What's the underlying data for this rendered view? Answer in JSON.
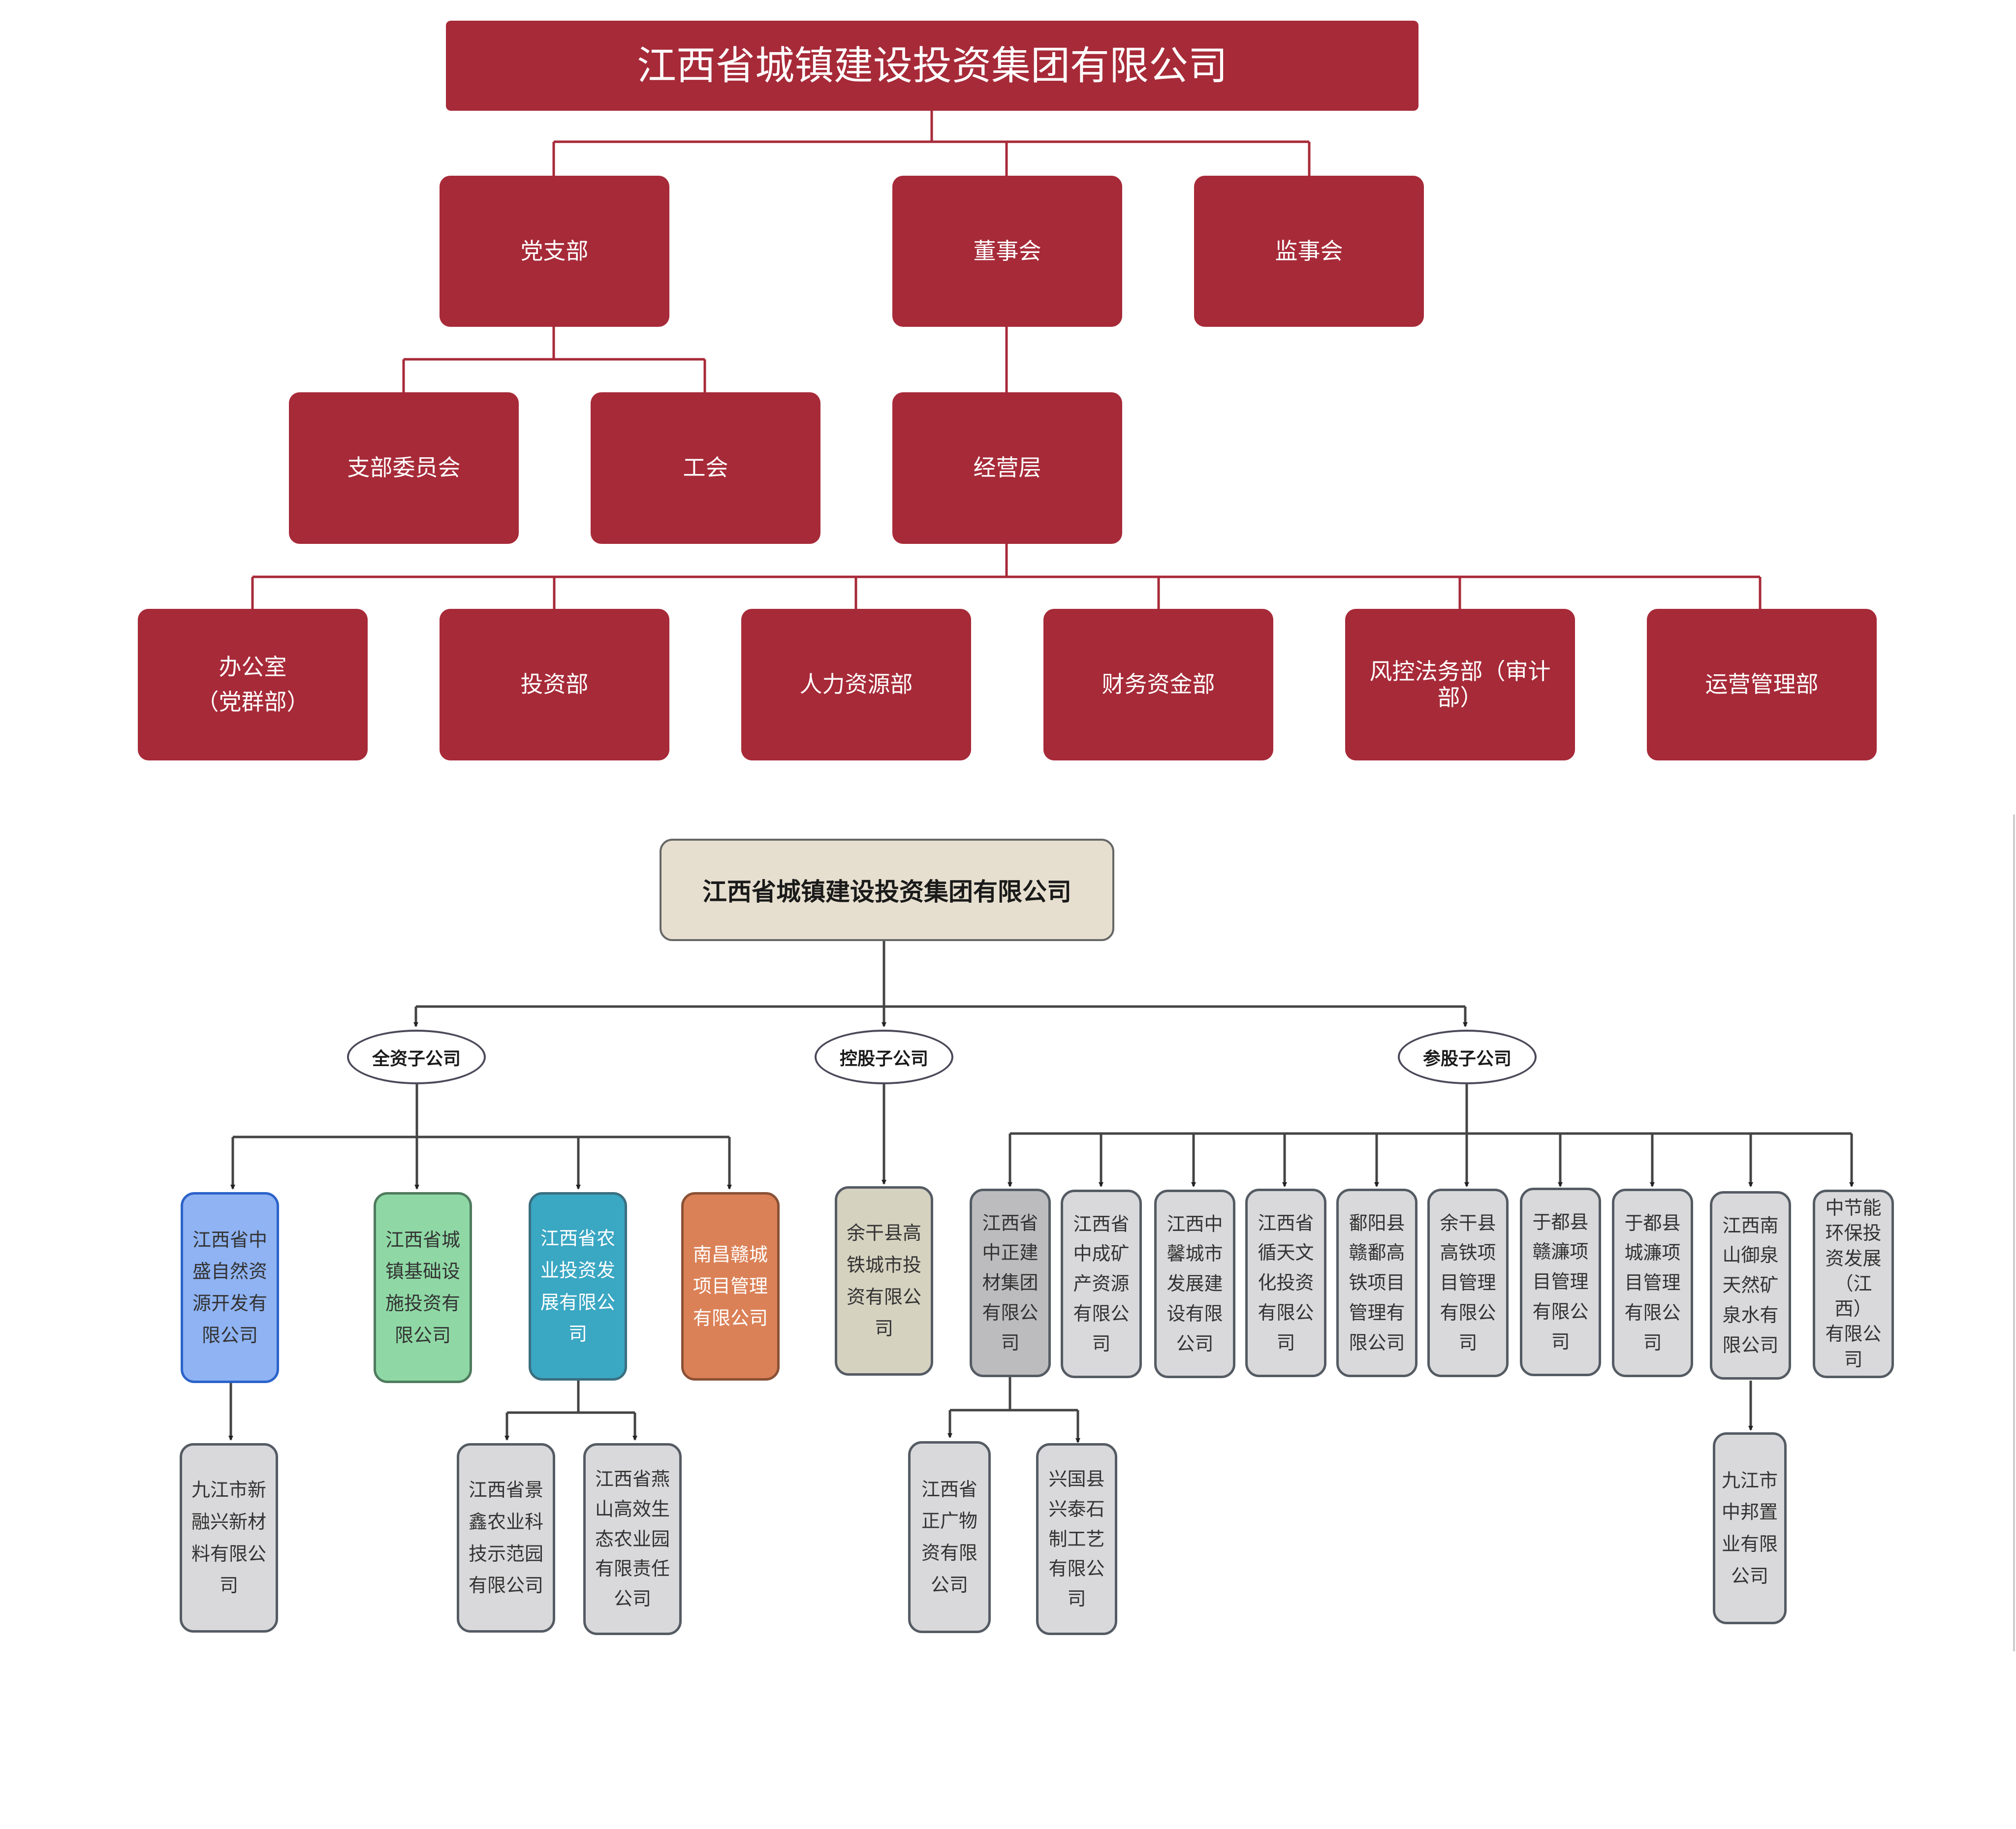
{
  "top_chart": {
    "company": "江西省城镇建设投资集团有限公司",
    "party_branch": "党支部",
    "board": "董事会",
    "supervisory_board": "监事会",
    "branch_committee": "支部委员会",
    "union": "工会",
    "management": "经营层",
    "departments": [
      {
        "line1": "办公室",
        "line2": "（党群部）"
      },
      {
        "line1": "投资部"
      },
      {
        "line1": "人力资源部"
      },
      {
        "line1": "财务资金部"
      },
      {
        "line1": "风控法务部（审计",
        "line2": "部）"
      },
      {
        "line1": "运营管理部"
      }
    ],
    "colors": {
      "box": "#a72a38",
      "line": "#a72a38"
    }
  },
  "bottom_chart": {
    "company": "江西省城镇建设投资集团有限公司",
    "categories": {
      "wholly_owned": "全资子公司",
      "holding": "控股子公司",
      "participating": "参股子公司"
    },
    "wholly_owned": [
      {
        "lines": [
          "江西省中",
          "盛自然资",
          "源开发有",
          "限公司"
        ],
        "color": "#8fb3f3"
      },
      {
        "lines": [
          "江西省城",
          "镇基础设",
          "施投资有",
          "限公司"
        ],
        "color": "#8fd8a5"
      },
      {
        "lines": [
          "江西省农",
          "业投资发",
          "展有限公",
          "司"
        ],
        "color": "#3aa7c3"
      },
      {
        "lines": [
          "南昌赣城",
          "项目管理",
          "有限公司"
        ],
        "color": "#db8157"
      }
    ],
    "wholly_owned_children": {
      "zhongsheng": [
        {
          "lines": [
            "九江市新",
            "融兴新材",
            "料有限公",
            "司"
          ]
        }
      ],
      "agriculture": [
        {
          "lines": [
            "江西省景",
            "鑫农业科",
            "技示范园",
            "有限公司"
          ]
        },
        {
          "lines": [
            "江西省燕",
            "山高效生",
            "态农业园",
            "有限责任",
            "公司"
          ]
        }
      ]
    },
    "holding": [
      {
        "lines": [
          "余干县高",
          "铁城市投",
          "资有限公",
          "司"
        ],
        "color": "#d6d2c0"
      }
    ],
    "participating": [
      {
        "lines": [
          "江西省",
          "中正建",
          "材集团",
          "有限公",
          "司"
        ]
      },
      {
        "lines": [
          "江西省",
          "中成矿",
          "产资源",
          "有限公",
          "司"
        ]
      },
      {
        "lines": [
          "江西中",
          "馨城市",
          "发展建",
          "设有限",
          "公司"
        ]
      },
      {
        "lines": [
          "江西省",
          "循天文",
          "化投资",
          "有限公",
          "司"
        ]
      },
      {
        "lines": [
          "鄱阳县",
          "赣鄱高",
          "铁项目",
          "管理有",
          "限公司"
        ]
      },
      {
        "lines": [
          "余干县",
          "高铁项",
          "目管理",
          "有限公",
          "司"
        ]
      },
      {
        "lines": [
          "于都县",
          "赣濂项",
          "目管理",
          "有限公",
          "司"
        ]
      },
      {
        "lines": [
          "于都县",
          "城濂项",
          "目管理",
          "有限公",
          "司"
        ]
      },
      {
        "lines": [
          "江西南",
          "山御泉",
          "天然矿",
          "泉水有",
          "限公司"
        ]
      },
      {
        "lines": [
          "中节能",
          "环保投",
          "资发展",
          "（江西）",
          "有限公",
          "司"
        ]
      }
    ],
    "participating_children": {
      "zhongzheng": [
        {
          "lines": [
            "江西省",
            "正广物",
            "资有限",
            "公司"
          ]
        },
        {
          "lines": [
            "兴国县",
            "兴泰石",
            "制工艺",
            "有限公",
            "司"
          ]
        }
      ],
      "nanshan": [
        {
          "lines": [
            "九江市",
            "中邦置",
            "业有限",
            "公司"
          ]
        }
      ]
    },
    "colors": {
      "line": "#444444",
      "root_fill": "#e6dfcf",
      "sub_gray": "#d9d9db"
    }
  }
}
